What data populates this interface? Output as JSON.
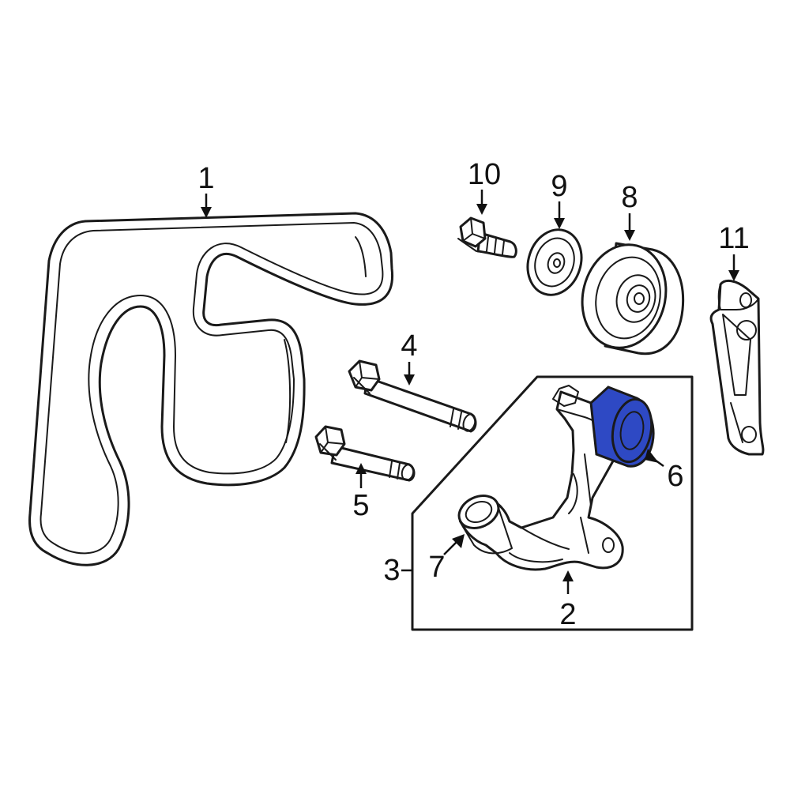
{
  "diagram": {
    "highlight_color": "#2e49c4",
    "highlighted_part": "6",
    "callouts": {
      "c1": "1",
      "c2": "2",
      "c3": "3",
      "c4": "4",
      "c5": "5",
      "c6": "6",
      "c7": "7",
      "c8": "8",
      "c9": "9",
      "c10": "10",
      "c11": "11"
    }
  }
}
